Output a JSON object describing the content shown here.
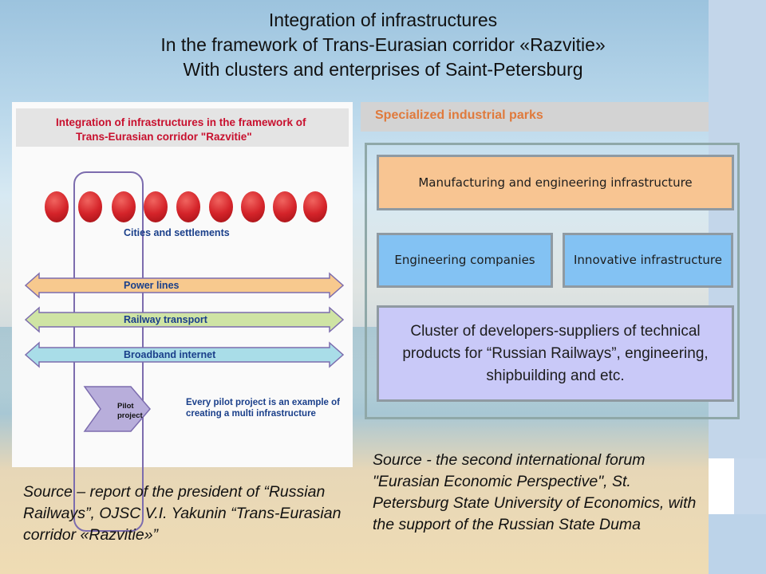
{
  "title": {
    "line1": "Integration of infrastructures",
    "line2": "In the framework of Trans-Eurasian corridor «Razvitie»",
    "line3": "With clusters and enterprises of Saint-Petersburg"
  },
  "picture": {
    "header_line1": "Integration of infrastructures in the framework of",
    "header_line2": "Trans-Eurasian corridor \"Razvitie\"",
    "cities_label": "Cities and settlements",
    "arrows": [
      {
        "label": "Power lines",
        "color": "#f7c98e"
      },
      {
        "label": "Railway transport",
        "color": "#cfe4a4"
      },
      {
        "label": "Broadband internet",
        "color": "#a9dde8"
      }
    ],
    "pilot_label_1": "Pilot",
    "pilot_label_2": "project",
    "pilot_text": "Every pilot project is an example of creating a multi infrastructure"
  },
  "panel": {
    "section_label": "Specialized industrial parks",
    "manufacturing": "Manufacturing and engineering infrastructure",
    "engineering": "Engineering companies",
    "innovative": "Innovative infrastructure",
    "cluster": "Cluster of developers-suppliers of technical products for “Russian Railways”, engineering, shipbuilding and etc."
  },
  "sources": {
    "left": "Source – report of the president of “Russian Railways”, OJSC V.I. Yakunin “Trans-Eurasian corridor «Razvitie»”",
    "right": "Source - the second international forum \"Eurasian Economic Perspective\", St. Petersburg State University of Economics, with the support of the Russian State Duma"
  },
  "colors": {
    "section_label": "#e07a3c",
    "manufacturing_box": "#f8c592",
    "blue_box": "#83c2f3",
    "cluster_box": "#c9c9f8",
    "ball_red": "#d5242a"
  }
}
